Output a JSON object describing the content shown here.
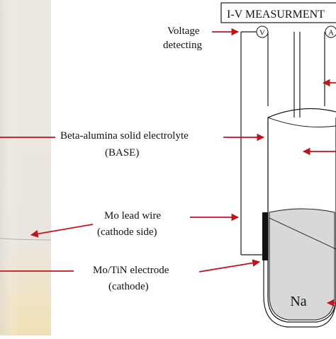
{
  "header": {
    "title": "I-V MEASURMENT"
  },
  "meters": {
    "voltmeter_symbol": "V",
    "ammeter_symbol": "A"
  },
  "labels": {
    "voltage_line1": "Voltage",
    "voltage_line2": "detecting",
    "base_line1": "Beta-alumina solid electrolyte",
    "base_line2": "(BASE)",
    "lead_line1": "Mo lead wire",
    "lead_line2": "(cathode side)",
    "electrode_line1": "Mo/TiN electrode",
    "electrode_line2": "(cathode)",
    "sodium": "Na"
  },
  "colors": {
    "arrow": "#c0141c",
    "line": "#1a1a1a",
    "sodium_fill": "#d8d8d8",
    "photo_background": "#ede9e2",
    "photo_bottom": "#efe2bd"
  }
}
